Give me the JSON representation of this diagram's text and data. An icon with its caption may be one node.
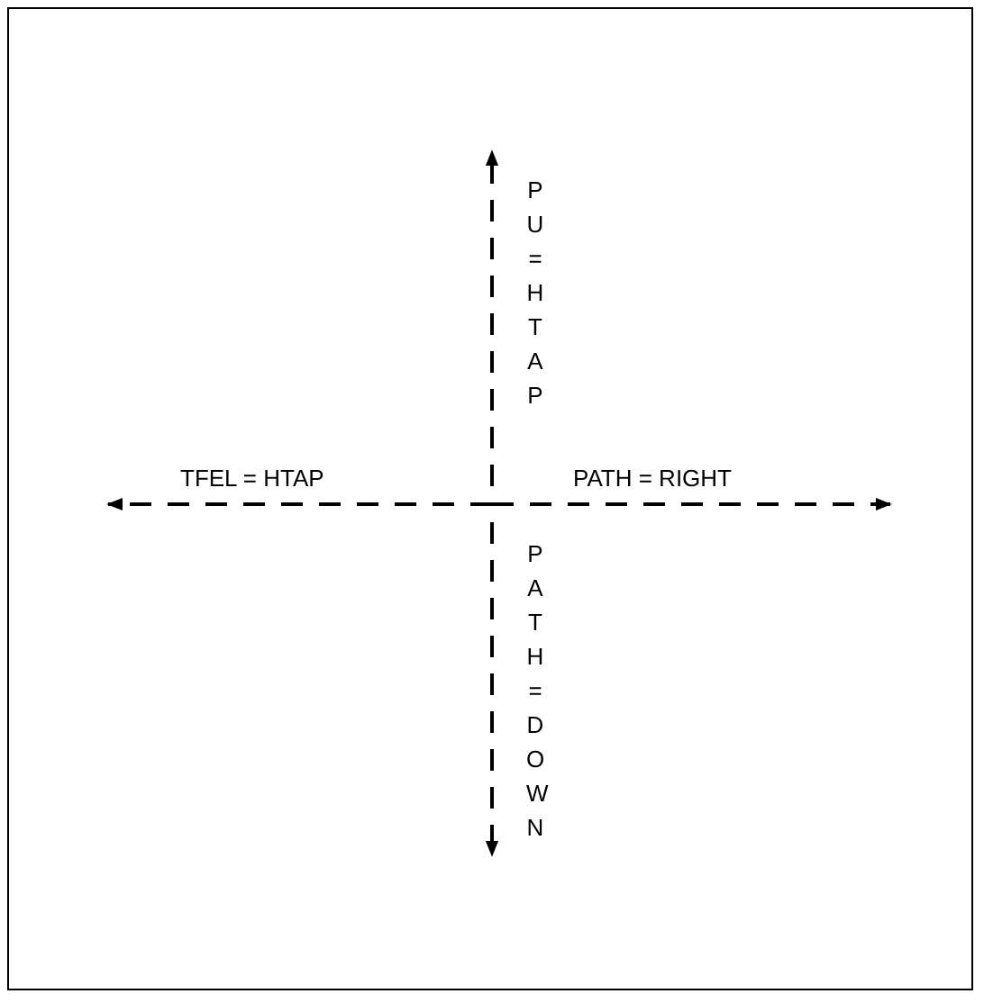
{
  "diagram": {
    "labels": [
      "PU=HTAP",
      "TFEL = HTAP",
      "PATH = RIGHT",
      "PATH=DOWN"
    ]
  }
}
